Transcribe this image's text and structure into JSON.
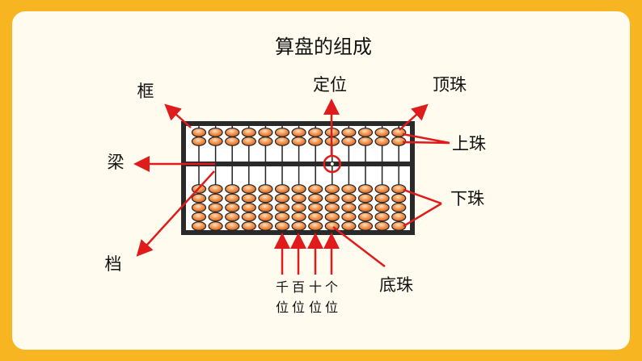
{
  "title": "算盘的组成",
  "labels": {
    "frame": "框",
    "positioning": "定位",
    "top_bead": "顶珠",
    "upper_beads": "上珠",
    "beam": "梁",
    "rod": "档",
    "lower_beads": "下珠",
    "bottom_bead": "底珠"
  },
  "place_values": [
    "千",
    "百",
    "十",
    "个"
  ],
  "place_suffix": "位",
  "abacus": {
    "rods": 13,
    "upper_beads_per_rod": 2,
    "lower_beads_per_rod": 5,
    "marked_rod": 9
  },
  "colors": {
    "border": "#f7b522",
    "background": "#fffbef",
    "arrow": "#e01b1b",
    "bead": "#f08a3c",
    "frame": "#2a2a2a"
  }
}
